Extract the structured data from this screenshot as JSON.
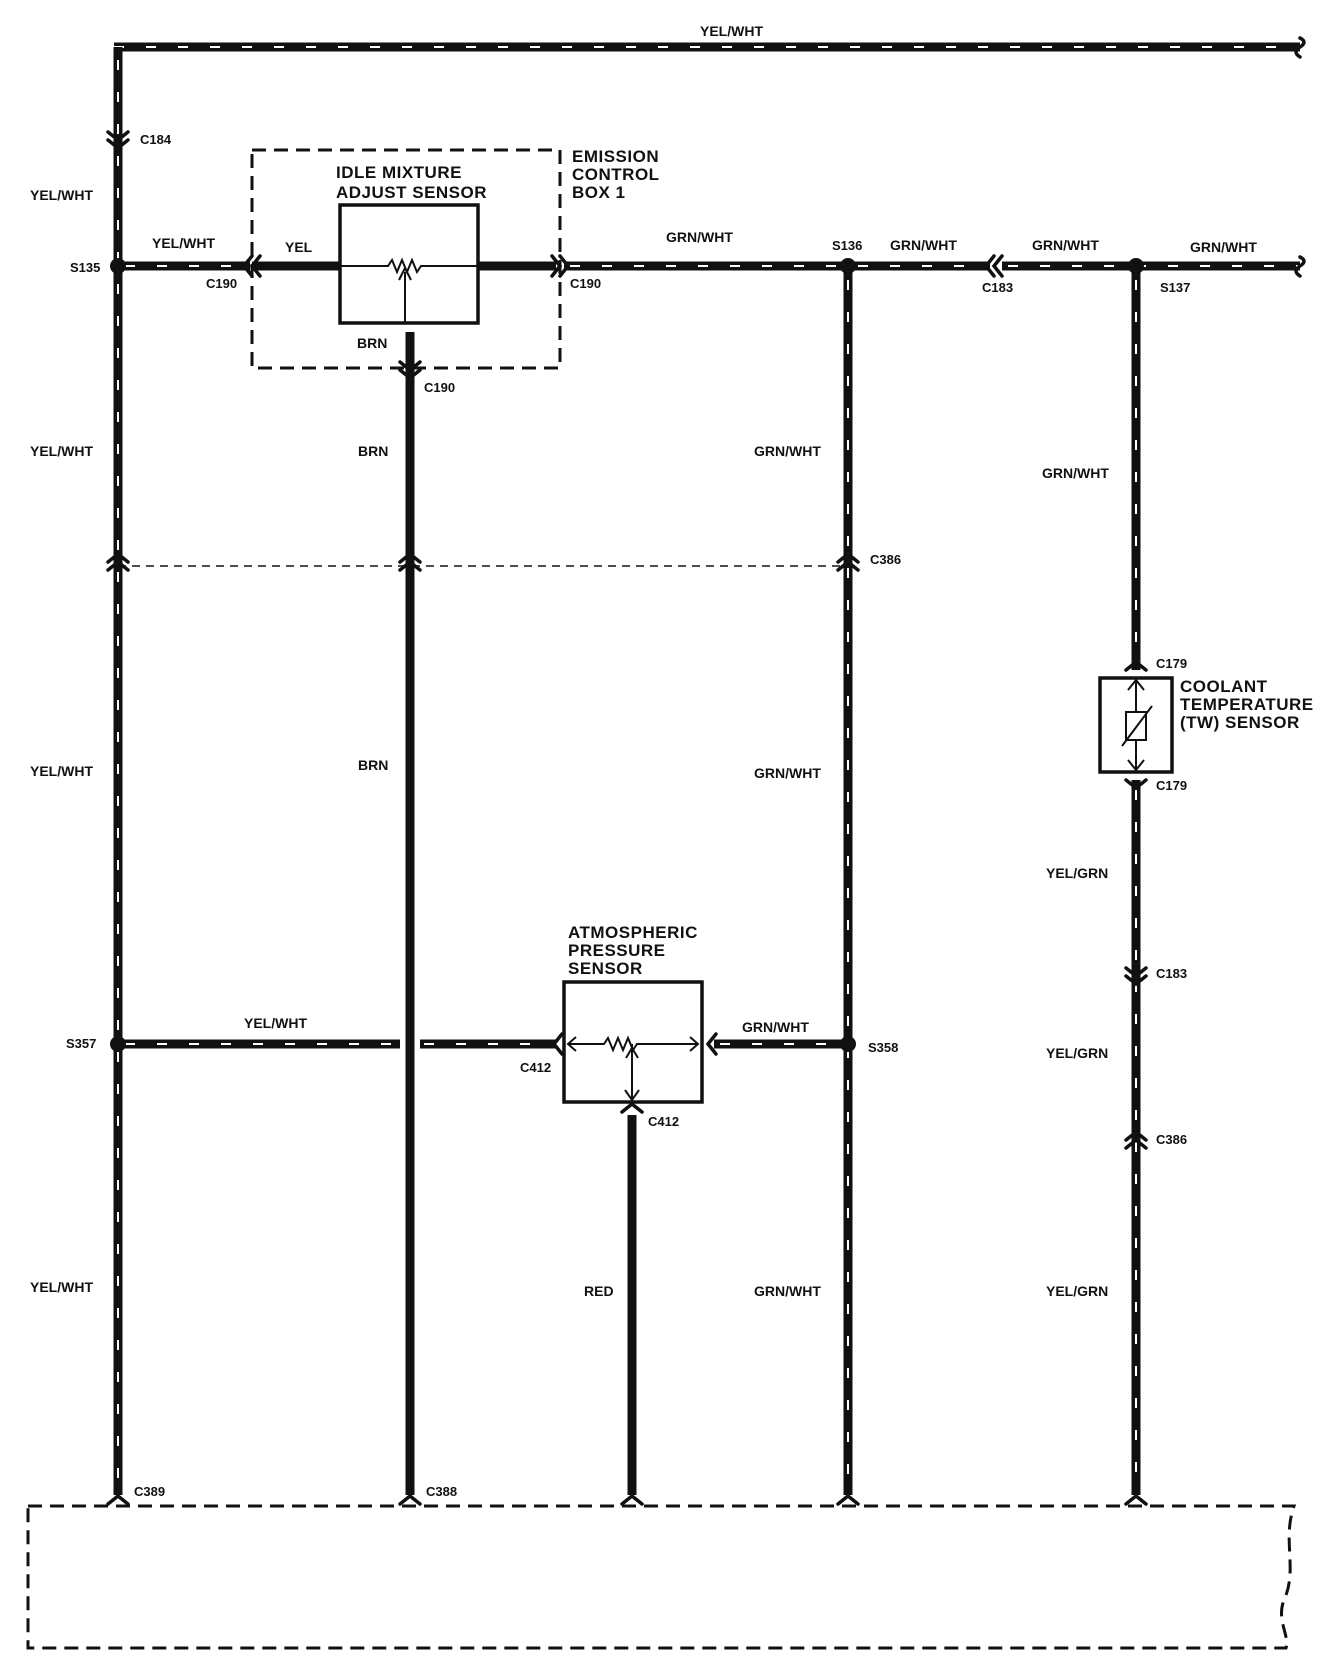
{
  "wires": {
    "top": "YEL/WHT",
    "left_upper": "YEL/WHT",
    "left_mid1": "YEL/WHT",
    "left_mid2": "YEL/WHT",
    "left_lower": "YEL/WHT",
    "s135_branch": "YEL/WHT",
    "idle_yel": "YEL",
    "idle_brn_top": "BRN",
    "brn_mid": "BRN",
    "brn_lower": "BRN",
    "grn_c190_s136": "GRN/WHT",
    "grn_s136_c183": "GRN/WHT",
    "grn_c183_s137": "GRN/WHT",
    "grn_s137_right": "GRN/WHT",
    "grn_col_upper": "GRN/WHT",
    "grn_col_mid": "GRN/WHT",
    "grn_col_lower": "GRN/WHT",
    "s137_down": "GRN/WHT",
    "yelgrn_1": "YEL/GRN",
    "yelgrn_2": "YEL/GRN",
    "yelgrn_3": "YEL/GRN",
    "s357_branch": "YEL/WHT",
    "s358_branch": "GRN/WHT",
    "red": "RED"
  },
  "connectors": {
    "c184": "C184",
    "c190_left": "C190",
    "c190_right": "C190",
    "c190_bottom": "C190",
    "c183_horiz": "C183",
    "c386_mid": "C386",
    "c179_top": "C179",
    "c179_bottom": "C179",
    "c183_vert": "C183",
    "c386_right": "C386",
    "c412_left": "C412",
    "c412_bottom": "C412",
    "c389": "C389",
    "c388": "C388"
  },
  "splices": {
    "s135": "S135",
    "s136": "S136",
    "s137": "S137",
    "s357": "S357",
    "s358": "S358"
  },
  "components": {
    "idle_line1": "IDLE MIXTURE",
    "idle_line2": "ADJUST SENSOR",
    "ecb_line1": "EMISSION",
    "ecb_line2": "CONTROL",
    "ecb_line3": "BOX 1",
    "aps_line1": "ATMOSPHERIC",
    "aps_line2": "PRESSURE",
    "aps_line3": "SENSOR",
    "cts_line1": "COOLANT",
    "cts_line2": "TEMPERATURE",
    "cts_line3": "(TW) SENSOR"
  }
}
